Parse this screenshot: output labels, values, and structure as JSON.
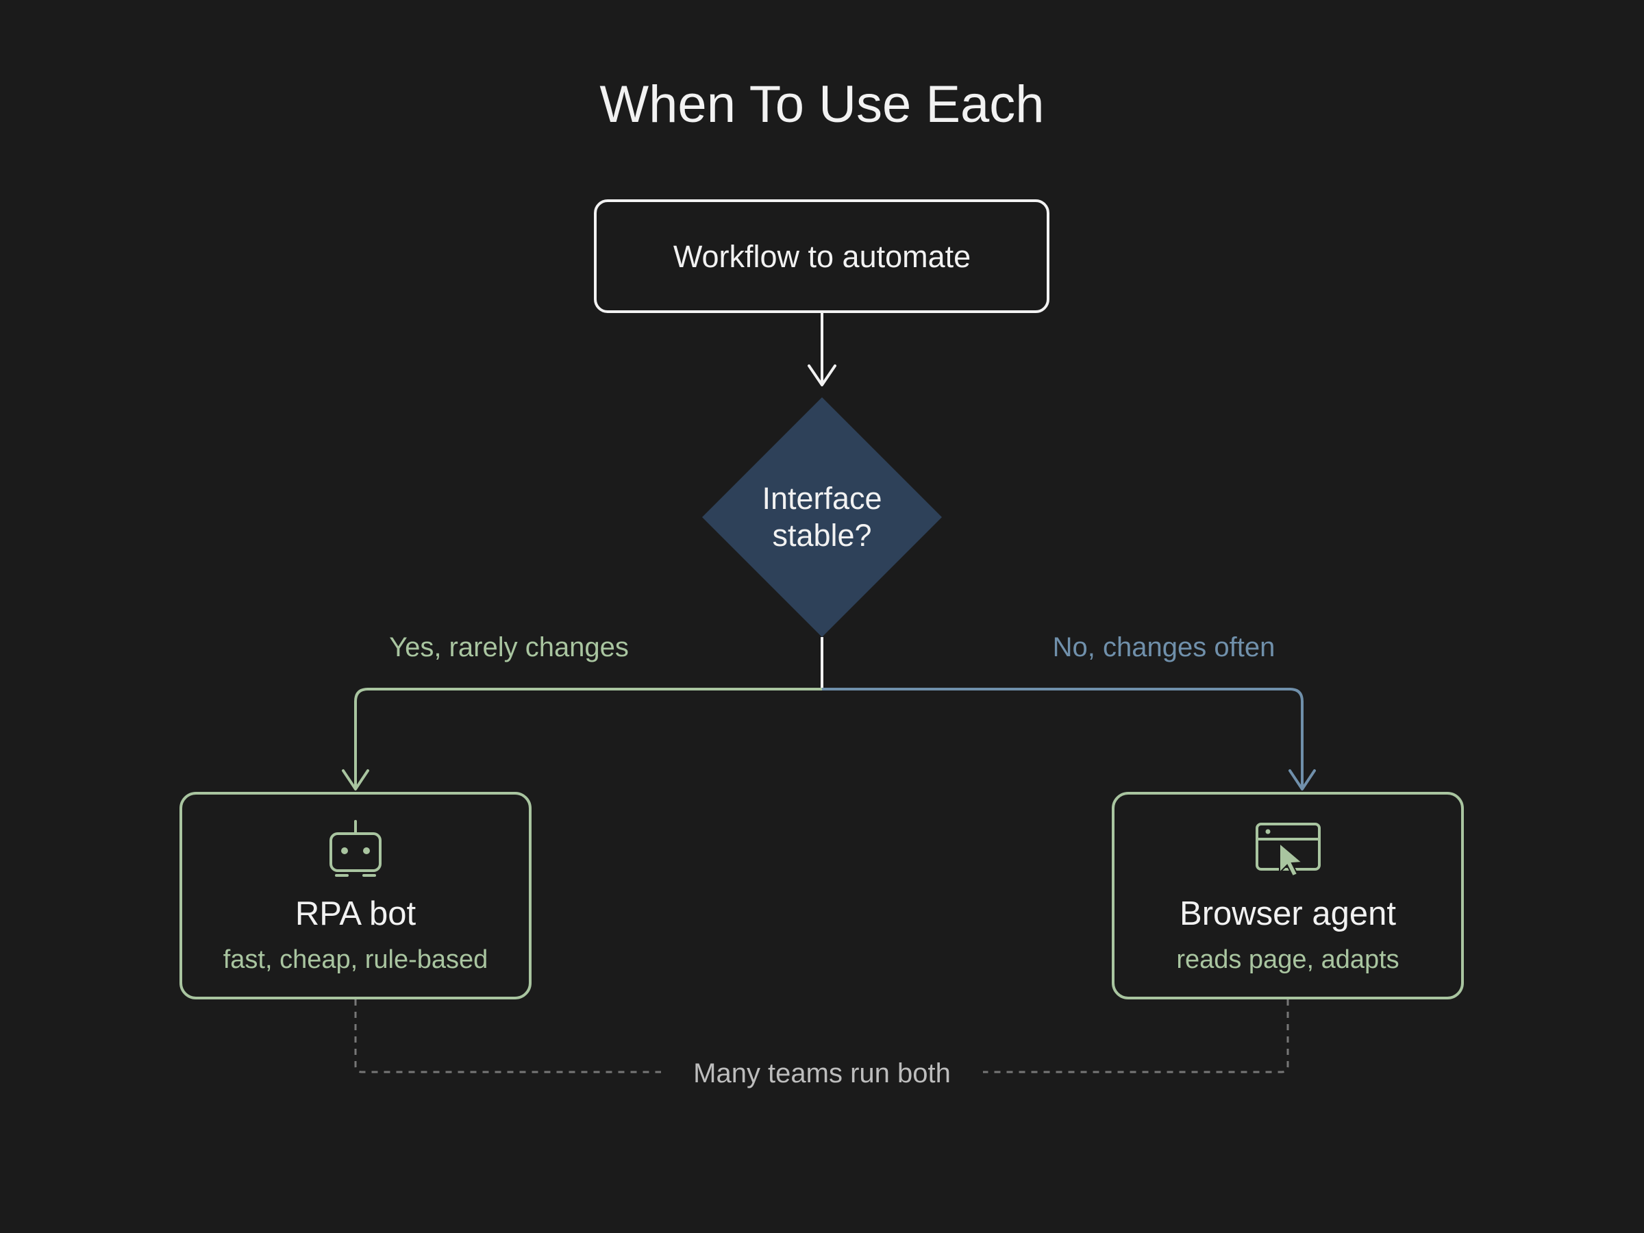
{
  "title": "When To Use Each",
  "nodes": {
    "start": {
      "label": "Workflow to automate"
    },
    "decision": {
      "label_line1": "Interface",
      "label_line2": "stable?"
    },
    "rpa": {
      "title": "RPA bot",
      "subtitle": "fast, cheap, rule-based",
      "icon": "robot-icon"
    },
    "agent": {
      "title": "Browser agent",
      "subtitle": "reads page, adapts",
      "icon": "browser-cursor-icon"
    }
  },
  "branches": {
    "yes": {
      "label": "Yes, rarely changes"
    },
    "no": {
      "label": "No, changes often"
    }
  },
  "footer_note": "Many teams run both",
  "colors": {
    "background": "#1b1b1b",
    "foreground": "#f2f2f2",
    "accent_green": "#a9c5a0",
    "accent_blue": "#7090ab",
    "decision_fill": "#2e4159",
    "muted": "#bdbdbd",
    "dashed": "#777777"
  }
}
